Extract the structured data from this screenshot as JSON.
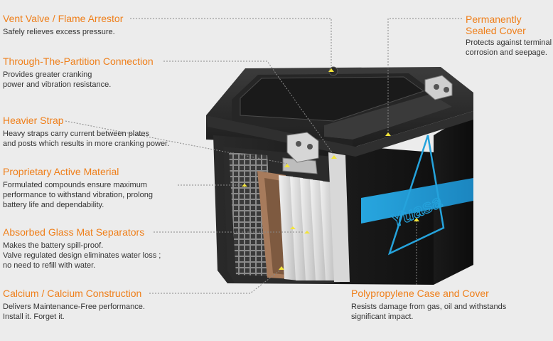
{
  "features": {
    "vent": {
      "title": "Vent Valve / Flame Arrestor",
      "lines": [
        "Safely relieves excess pressure."
      ]
    },
    "through": {
      "title": "Through-The-Partition Connection",
      "lines": [
        "Provides greater cranking",
        "power and vibration resistance."
      ]
    },
    "strap": {
      "title": "Heavier Strap",
      "lines": [
        "Heavy straps carry current between plates",
        "and posts which results in more cranking power."
      ]
    },
    "material": {
      "title": "Proprietary Active Material",
      "lines": [
        "Formulated compounds ensure maximum",
        "performance to withstand vibration, prolong",
        "battery life and dependability."
      ]
    },
    "agm": {
      "title": "Absorbed Glass Mat Separators",
      "lines": [
        "Makes the battery spill-proof.",
        "Valve regulated design eliminates water loss ;",
        "no need to refill with water."
      ]
    },
    "calcium": {
      "title": "Calcium / Calcium Construction",
      "lines": [
        "Delivers Maintenance-Free performance.",
        "Install it. Forget it."
      ]
    },
    "cover": {
      "title_lines": [
        "Permanently",
        "Sealed Cover"
      ],
      "lines": [
        "Protects against terminal",
        "corrosion and seepage."
      ]
    },
    "case": {
      "title": "Polypropylene Case and Cover",
      "lines": [
        "Resists damage from gas, oil and withstands",
        "significant impact."
      ]
    }
  },
  "brand": {
    "logo_text": "Yuasa"
  },
  "colors": {
    "accent": "#ef7f1a",
    "body_text": "#333333",
    "label_stripe": "#2ea7e0",
    "battery_case": "#1c1c1c",
    "marker": "#f2e43a"
  }
}
